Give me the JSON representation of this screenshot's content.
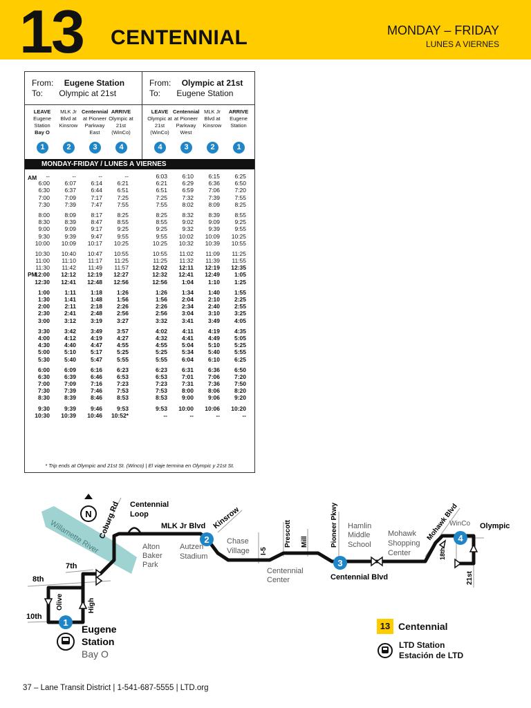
{
  "header": {
    "route_number": "13",
    "route_name": "CENTENNIAL",
    "days_en": "MONDAY – FRIDAY",
    "days_es": "LUNES A VIERNES",
    "accent_color": "#ffcc00"
  },
  "schedule": {
    "left": {
      "from_label": "From:",
      "from": "Eugene Station",
      "to_label": "To:",
      "to": "Olympic at 21st"
    },
    "right": {
      "from_label": "From:",
      "from": "Olympic at 21st",
      "to_label": "To:",
      "to": "Eugene Station"
    },
    "left_stops": [
      {
        "lines": [
          "LEAVE",
          "Eugene",
          "Station",
          "Bay O"
        ],
        "num": "1"
      },
      {
        "lines": [
          "",
          "MLK Jr",
          "Blvd at",
          "Kinsrow"
        ],
        "num": "2"
      },
      {
        "lines": [
          "Centennial",
          "at Pioneer",
          "Parkway",
          "East"
        ],
        "num": "3"
      },
      {
        "lines": [
          "ARRIVE",
          "Olympic at",
          "21st",
          "(WinCo)"
        ],
        "num": "4"
      }
    ],
    "right_stops": [
      {
        "lines": [
          "LEAVE",
          "Olympic at",
          "21st",
          "(WinCo)"
        ],
        "num": "4"
      },
      {
        "lines": [
          "Centennial",
          "at Pioneer",
          "Parkway",
          "West"
        ],
        "num": "3"
      },
      {
        "lines": [
          "",
          "MLK Jr",
          "Blvd at",
          "Kinsrow"
        ],
        "num": "2"
      },
      {
        "lines": [
          "ARRIVE",
          "Eugene",
          "Station",
          ""
        ],
        "num": "1"
      }
    ],
    "bar_label": "MONDAY-FRIDAY / LUNES A VIERNES",
    "am_label": "AM",
    "pm_label": "PM",
    "note": "* Trip ends at Olympic and 21st St. (Winco) | El viaje termina en Olympic y 21st St.",
    "groups": [
      [
        [
          "--",
          "--",
          "--",
          "--",
          "6:03",
          "6:10",
          "6:15",
          "6:25"
        ],
        [
          "6:00",
          "6:07",
          "6:14",
          "6:21",
          "6:21",
          "6:29",
          "6:36",
          "6:50"
        ],
        [
          "6:30",
          "6:37",
          "6:44",
          "6:51",
          "6:51",
          "6:59",
          "7:06",
          "7:20"
        ],
        [
          "7:00",
          "7:09",
          "7:17",
          "7:25",
          "7:25",
          "7:32",
          "7:39",
          "7:55"
        ],
        [
          "7:30",
          "7:39",
          "7:47",
          "7:55",
          "7:55",
          "8:02",
          "8:09",
          "8:25"
        ]
      ],
      [
        [
          "8:00",
          "8:09",
          "8:17",
          "8:25",
          "8:25",
          "8:32",
          "8:39",
          "8:55"
        ],
        [
          "8:30",
          "8:39",
          "8:47",
          "8:55",
          "8:55",
          "9:02",
          "9:09",
          "9:25"
        ],
        [
          "9:00",
          "9:09",
          "9:17",
          "9:25",
          "9:25",
          "9:32",
          "9:39",
          "9:55"
        ],
        [
          "9:30",
          "9:39",
          "9:47",
          "9:55",
          "9:55",
          "10:02",
          "10:09",
          "10:25"
        ],
        [
          "10:00",
          "10:09",
          "10:17",
          "10:25",
          "10:25",
          "10:32",
          "10:39",
          "10:55"
        ]
      ],
      [
        [
          "10:30",
          "10:40",
          "10:47",
          "10:55",
          "10:55",
          "11:02",
          "11:09",
          "11:25"
        ],
        [
          "11:00",
          "11:10",
          "11:17",
          "11:25",
          "11:25",
          "11:32",
          "11:39",
          "11:55"
        ],
        [
          "11:30",
          "11:42",
          "11:49",
          "11:57",
          "12:02",
          "12:11",
          "12:19",
          "12:35"
        ],
        [
          "12:00",
          "12:12",
          "12:19",
          "12:27",
          "12:32",
          "12:41",
          "12:49",
          "1:05"
        ],
        [
          "12:30",
          "12:41",
          "12:48",
          "12:56",
          "12:56",
          "1:04",
          "1:10",
          "1:25"
        ]
      ],
      [
        [
          "1:00",
          "1:11",
          "1:18",
          "1:26",
          "1:26",
          "1:34",
          "1:40",
          "1:55"
        ],
        [
          "1:30",
          "1:41",
          "1:48",
          "1:56",
          "1:56",
          "2:04",
          "2:10",
          "2:25"
        ],
        [
          "2:00",
          "2:11",
          "2:18",
          "2:26",
          "2:26",
          "2:34",
          "2:40",
          "2:55"
        ],
        [
          "2:30",
          "2:41",
          "2:48",
          "2:56",
          "2:56",
          "3:04",
          "3:10",
          "3:25"
        ],
        [
          "3:00",
          "3:12",
          "3:19",
          "3:27",
          "3:32",
          "3:41",
          "3:49",
          "4:05"
        ]
      ],
      [
        [
          "3:30",
          "3:42",
          "3:49",
          "3:57",
          "4:02",
          "4:11",
          "4:19",
          "4:35"
        ],
        [
          "4:00",
          "4:12",
          "4:19",
          "4:27",
          "4:32",
          "4:41",
          "4:49",
          "5:05"
        ],
        [
          "4:30",
          "4:40",
          "4:47",
          "4:55",
          "4:55",
          "5:04",
          "5:10",
          "5:25"
        ],
        [
          "5:00",
          "5:10",
          "5:17",
          "5:25",
          "5:25",
          "5:34",
          "5:40",
          "5:55"
        ],
        [
          "5:30",
          "5:40",
          "5:47",
          "5:55",
          "5:55",
          "6:04",
          "6:10",
          "6:25"
        ]
      ],
      [
        [
          "6:00",
          "6:09",
          "6:16",
          "6:23",
          "6:23",
          "6:31",
          "6:36",
          "6:50"
        ],
        [
          "6:30",
          "6:39",
          "6:46",
          "6:53",
          "6:53",
          "7:01",
          "7:06",
          "7:20"
        ],
        [
          "7:00",
          "7:09",
          "7:16",
          "7:23",
          "7:23",
          "7:31",
          "7:36",
          "7:50"
        ],
        [
          "7:30",
          "7:39",
          "7:46",
          "7:53",
          "7:53",
          "8:00",
          "8:06",
          "8:20"
        ],
        [
          "8:30",
          "8:39",
          "8:46",
          "8:53",
          "8:53",
          "9:00",
          "9:06",
          "9:20"
        ]
      ],
      [
        [
          "9:30",
          "9:39",
          "9:46",
          "9:53",
          "9:53",
          "10:00",
          "10:06",
          "10:20"
        ],
        [
          "10:30",
          "10:39",
          "10:46",
          "10:52*",
          "--",
          "--",
          "--",
          "--"
        ]
      ]
    ]
  },
  "map": {
    "north": "N",
    "river": "Willamette River",
    "streets": {
      "coburg": "Coburg Rd",
      "centennial_loop_1": "Centennial",
      "centennial_loop_2": "Loop",
      "mlk": "MLK Jr Blvd",
      "kinsrow": "Kinsrow",
      "seventh": "7th",
      "eighth": "8th",
      "tenth": "10th",
      "olive": "Olive",
      "high": "High",
      "i5": "I-5",
      "prescott": "Prescott",
      "mill": "Mill",
      "pioneer": "Pioneer Pkwy",
      "centennial_blvd": "Centennial Blvd",
      "mohawk_blvd": "Mohawk Blvd",
      "eighteenth": "18th",
      "twentyfirst": "21st",
      "olympic": "Olympic",
      "winco": "WinCo"
    },
    "places": {
      "alton_1": "Alton",
      "alton_2": "Baker",
      "alton_3": "Park",
      "autzen_1": "Autzen",
      "autzen_2": "Stadium",
      "chase_1": "Chase",
      "chase_2": "Village",
      "cc_1": "Centennial",
      "cc_2": "Center",
      "hamlin_1": "Hamlin",
      "hamlin_2": "Middle",
      "hamlin_3": "School",
      "mohawk_1": "Mohawk",
      "mohawk_2": "Shopping",
      "mohawk_3": "Center"
    },
    "station_1": "Eugene",
    "station_2": "Station",
    "station_bay": "Bay O",
    "stops": [
      "1",
      "2",
      "3",
      "4"
    ],
    "route_color": "#111111",
    "stop_color": "#1f85c6"
  },
  "legend": {
    "route_num": "13",
    "route_name": "Centennial",
    "station_en": "LTD Station",
    "station_es": "Estación de LTD"
  },
  "footer": "37 – Lane Transit District | 1-541-687-5555 | LTD.org"
}
